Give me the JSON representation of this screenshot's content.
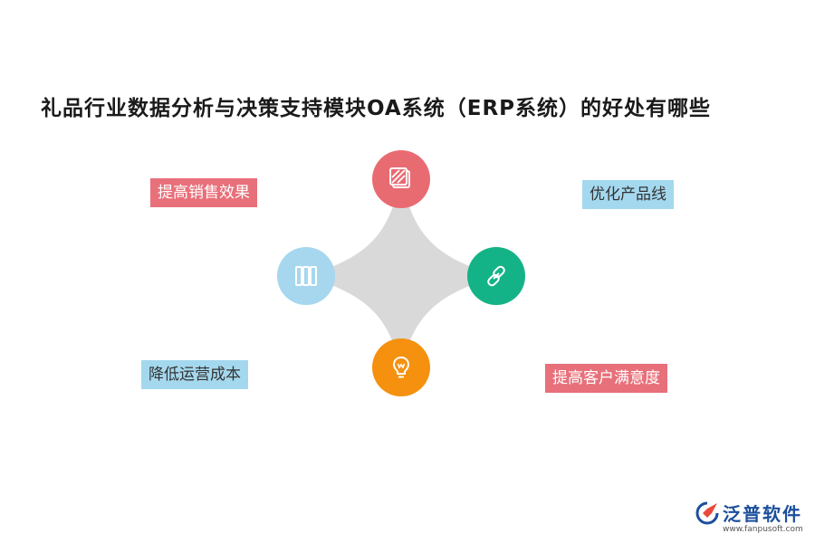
{
  "title": "礼品行业数据分析与决策支持模块OA系统（ERP系统）的好处有哪些",
  "benefits": {
    "top_left": "提高销售效果",
    "top_right": "优化产品线",
    "bottom_left": "降低运营成本",
    "bottom_right": "提高客户满意度"
  },
  "nodes": {
    "top": {
      "icon": "striped-square-icon",
      "color": "#e96b72"
    },
    "left": {
      "icon": "books-icon",
      "color": "#a6d7ee"
    },
    "right": {
      "icon": "link-icon",
      "color": "#14b387"
    },
    "bottom": {
      "icon": "lightbulb-icon",
      "color": "#f5910f"
    }
  },
  "colors": {
    "star_shape": "#d9d9d9",
    "tag_red": "#e8707a",
    "tag_blue": "#a4d8ee"
  },
  "logo": {
    "name": "泛普软件",
    "url": "www.fanpusoft.com"
  }
}
